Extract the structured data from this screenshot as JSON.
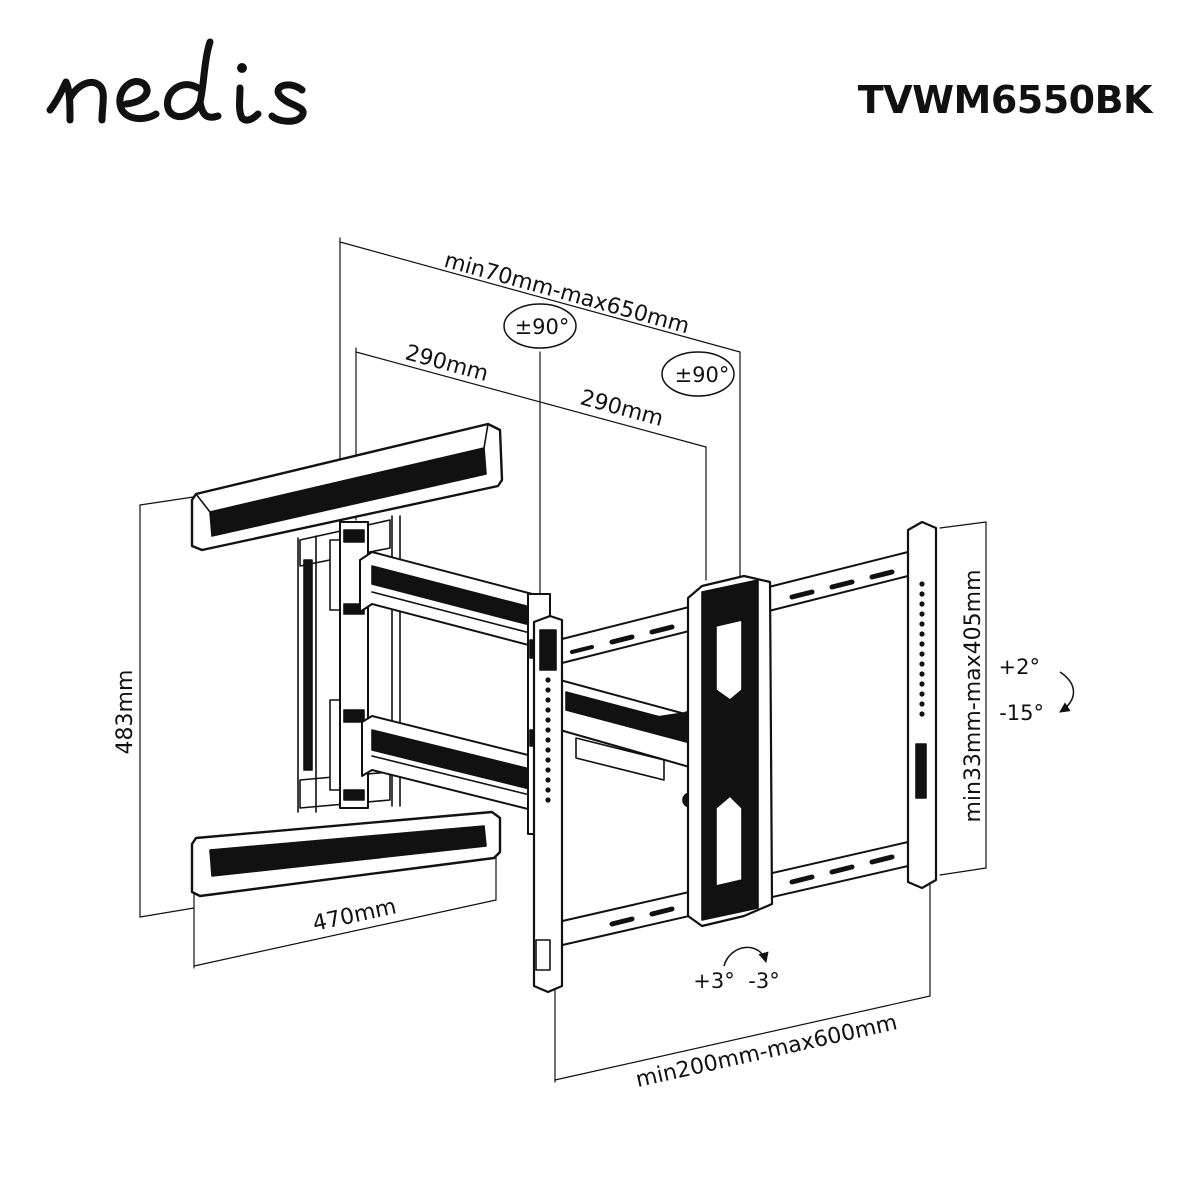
{
  "brand": {
    "name": "nedis"
  },
  "model": "TVWM6550BK",
  "dimensions": {
    "arm_extension": "min70mm-max650mm",
    "arm_segment_1": "290mm",
    "arm_segment_2": "290mm",
    "wall_plate_height": "483mm",
    "wall_plate_width": "470mm",
    "vesa_vertical": "min33mm-max405mm",
    "vesa_horizontal": "min200mm-max600mm"
  },
  "angles": {
    "swivel_1": "±90°",
    "swivel_2": "±90°",
    "tilt_up": "+2°",
    "tilt_down": "-15°",
    "rotate_left": "+3°",
    "rotate_right": "-3°"
  }
}
